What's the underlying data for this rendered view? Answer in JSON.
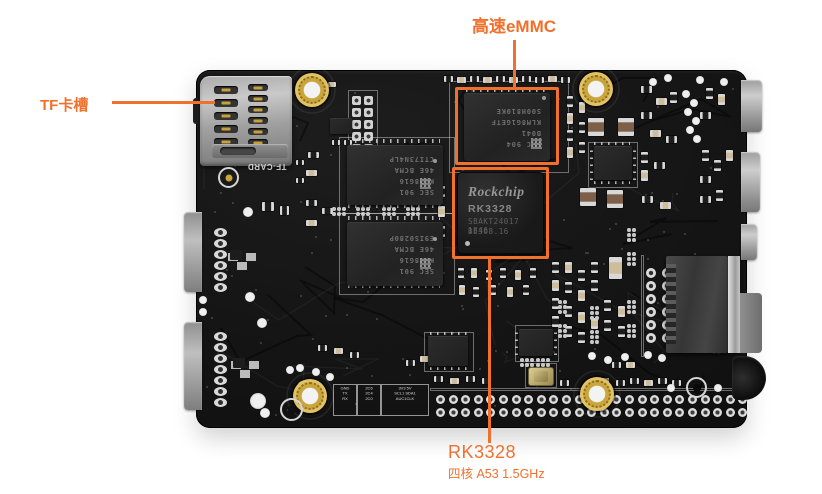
{
  "annotations": {
    "accent_color": "#F0702D",
    "emmc": {
      "label": "高速eMMC"
    },
    "tf_slot": {
      "label": "TF卡槽"
    },
    "soc": {
      "title": "RK3328",
      "subtitle": "四核 A53 1.5GHz"
    }
  },
  "board": {
    "pcb_color": "#141414",
    "silkscreen": {
      "tf_card": "TF-CARD"
    },
    "chips": {
      "soc": {
        "brand": "Rockchip",
        "model": "RK3328",
        "marking1": "SBAKT24017 1846",
        "marking2": "BE308.16"
      },
      "emmc": {
        "marking_lines": [
          "SEC 904",
          "B041",
          "KLM8G1GETF",
          "S00H810KE"
        ]
      },
      "ram_top": {
        "marking_lines": [
          "SEC 901",
          "K4B8G16",
          "46E BCMA",
          "CTI73N4LP"
        ]
      },
      "ram_bottom": {
        "marking_lines": [
          "SEC 901",
          "K4B8G16",
          "46E BCMA",
          "E9IS0280P"
        ]
      }
    },
    "silk_labels": {
      "header_box1": [
        "GND",
        "TX",
        "RX"
      ],
      "header_box2": [
        "2C6",
        "2C4",
        "2C0"
      ],
      "header_box3": [
        "3V3 5V",
        "SCL1 SDA1",
        "AUC1CLK"
      ]
    }
  }
}
